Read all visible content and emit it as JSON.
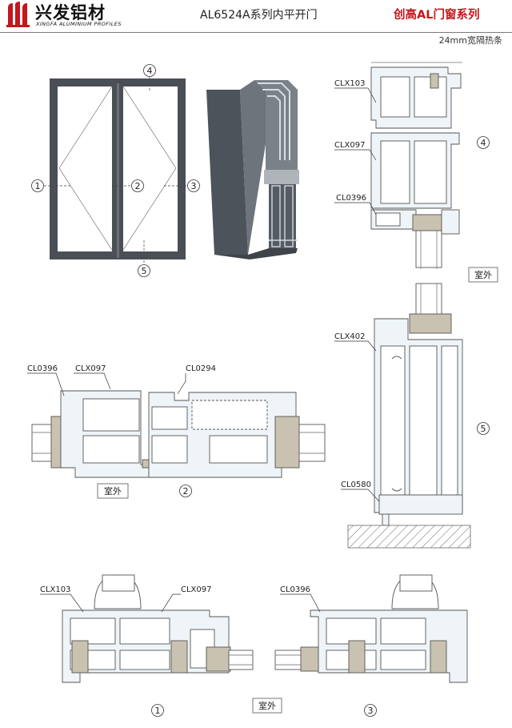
{
  "header": {
    "brand_cn": "兴发铝材",
    "brand_en": "XINGFA ALUMINIUM PROFILES",
    "title": "AL6524A系列内平开门",
    "series": "创高AL门窗系列",
    "subtitle": "24mm宽隔热条"
  },
  "colors": {
    "accent": "#c4161c",
    "profile_fill": "#eef4f8",
    "profile_stroke": "#555",
    "door_frame": "#4a4f56",
    "insulation": "#c9c2b0"
  },
  "markers": {
    "m1": "1",
    "m2": "2",
    "m3": "3",
    "m4": "4",
    "m5": "5"
  },
  "labels": {
    "clx103_right": "CLX103",
    "clx097_right": "CLX097",
    "cl0396_right": "CL0396",
    "clx402": "CLX402",
    "cl0580": "CL0580",
    "cl0396_mid": "CL0396",
    "clx097_mid": "CLX097",
    "cl0294": "CL0294",
    "clx103_bot": "CLX103",
    "clx097_bot": "CLX097",
    "cl0396_bot": "CL0396",
    "outside_right": "室外",
    "outside_mid": "室外",
    "outside_bot": "室外"
  }
}
